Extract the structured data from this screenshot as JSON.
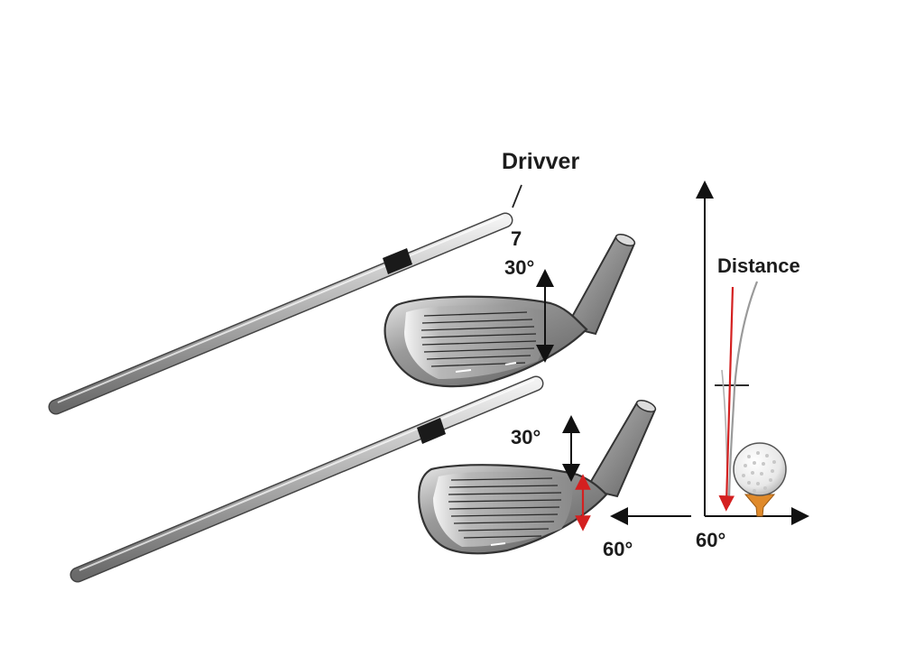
{
  "labels": {
    "driver": "Drivver",
    "club_number": "7",
    "angle_top": "30°",
    "angle_bottom": "30°",
    "angle_bottom_left": "60°",
    "angle_bottom_right": "60°",
    "distance": "Distance"
  },
  "colors": {
    "shaft": "#a8a8a8",
    "grip_band": "#1a1a1a",
    "club_face": "#8c8c8c",
    "trajectory_red": "#d42020",
    "trajectory_gray": "#9a9a9a",
    "tee": "#e08a2a"
  },
  "icons": [
    "golf-club-icon",
    "golf-ball-icon",
    "golf-tee-icon",
    "arrow-icon"
  ]
}
